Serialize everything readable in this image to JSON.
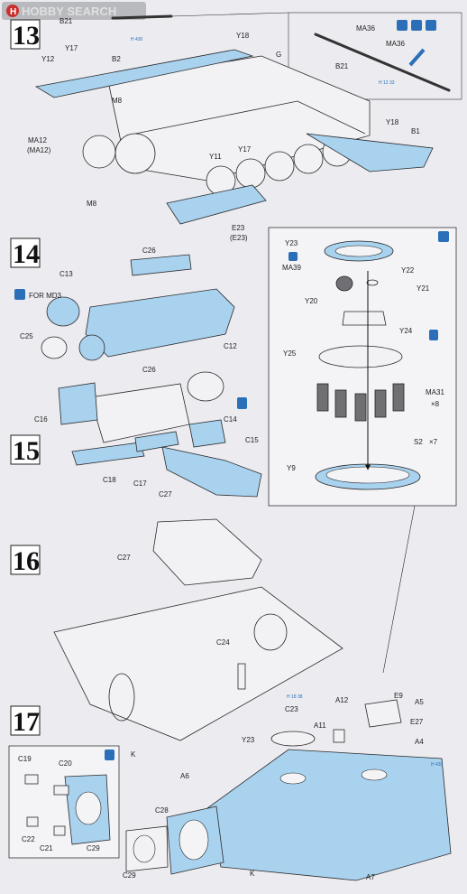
{
  "watermark": {
    "brand": "HOBBY SEARCH",
    "registered_mark": "®"
  },
  "steps": [
    {
      "number": "13",
      "labels": [
        "B21",
        "Y18",
        "MA36",
        "MA36",
        "Y17",
        "Y12",
        "B2",
        "G",
        "B21",
        "M8",
        "MA12",
        "(MA12)",
        "Y18",
        "B1",
        "Y11",
        "Y17",
        "M8",
        "E23",
        "(E23)"
      ]
    },
    {
      "number": "14",
      "labels": [
        "C26",
        "C13",
        "FOR MD3",
        "C25",
        "C12"
      ]
    },
    {
      "number": "15",
      "labels": [
        "C26",
        "C16",
        "C14",
        "C15",
        "C18",
        "C17",
        "C27"
      ]
    },
    {
      "number": "16",
      "labels": [
        "C27",
        "C24",
        "C23",
        "K"
      ]
    },
    {
      "number": "17",
      "labels": [
        "C19",
        "C20",
        "C22",
        "C21",
        "C29",
        "A12",
        "E9",
        "A5",
        "A11",
        "E27",
        "A4",
        "Y23",
        "A6",
        "C28",
        "C29",
        "K",
        "A7"
      ]
    }
  ],
  "detail_box": {
    "labels": [
      "Y23",
      "MA39",
      "Y22",
      "Y20",
      "Y21",
      "Y24",
      "Y25",
      "MA31",
      "S2",
      "Y9"
    ],
    "quantities": [
      "×8",
      "×7"
    ]
  },
  "paint_badges": [
    "H 430",
    "H 12 33",
    "H 18 38",
    "H 430"
  ],
  "colors": {
    "background": "#ecebf0",
    "part_fill": "#a9d2ef",
    "outline": "#2a2a2a",
    "badge_blue": "#2b6fb8"
  }
}
